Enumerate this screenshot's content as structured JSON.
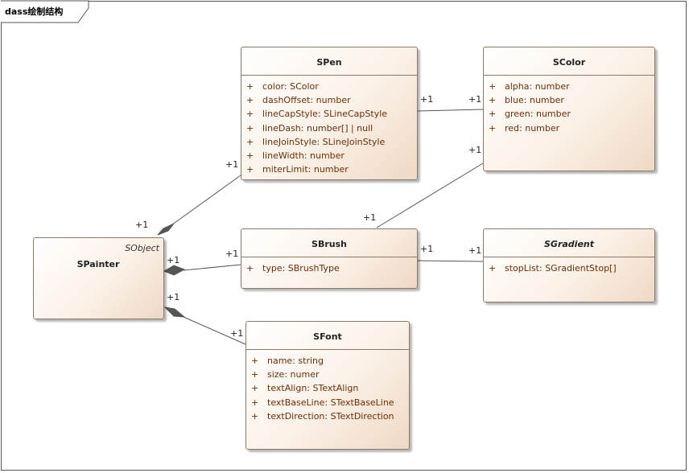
{
  "frame_title": "dass绘制结构",
  "classes": {
    "spen": {
      "name": "SPen",
      "attributes": [
        {
          "vis": "+",
          "text": "color: SColor"
        },
        {
          "vis": "+",
          "text": "dashOffset: number"
        },
        {
          "vis": "+",
          "text": "lineCapStyle: SLineCapStyle"
        },
        {
          "vis": "+",
          "text": "lineDash: number[] | null"
        },
        {
          "vis": "+",
          "text": "lineJoinStyle: SLineJoinStyle"
        },
        {
          "vis": "+",
          "text": "lineWidth: number"
        },
        {
          "vis": "+",
          "text": "miterLimit: number"
        }
      ]
    },
    "scolor": {
      "name": "SColor",
      "attributes": [
        {
          "vis": "+",
          "text": "alpha: number"
        },
        {
          "vis": "+",
          "text": "blue: number"
        },
        {
          "vis": "+",
          "text": "green: number"
        },
        {
          "vis": "+",
          "text": "red: number"
        }
      ]
    },
    "spainter": {
      "name": "SPainter",
      "stereotype": "SObject"
    },
    "sbrush": {
      "name": "SBrush",
      "attributes": [
        {
          "vis": "+",
          "text": "type: SBrushType"
        }
      ]
    },
    "sgradient": {
      "name": "SGradient",
      "attributes": [
        {
          "vis": "+",
          "text": "stopList: SGradientStop[]"
        }
      ]
    },
    "sfont": {
      "name": "SFont",
      "attributes": [
        {
          "vis": "+",
          "text": "name: string"
        },
        {
          "vis": "+",
          "text": "size: numer"
        },
        {
          "vis": "+",
          "text": "textAlign: STextAlign"
        },
        {
          "vis": "+",
          "text": "textBaseLine: STextBaseLine"
        },
        {
          "vis": "+",
          "text": "textDirection: STextDirection"
        }
      ]
    }
  },
  "multiplicities": {
    "painter_pen_src": "+1",
    "painter_pen_dst": "+1",
    "painter_brush_src": "+1",
    "painter_brush_dst": "+1",
    "painter_font_src": "+1",
    "painter_font_dst": "+1",
    "pen_color_src": "+1",
    "pen_color_dst": "+1",
    "brush_color_src": "+1",
    "brush_color_dst": "+1",
    "brush_gradient_src": "+1",
    "brush_gradient_dst": "+1"
  },
  "colors": {
    "attribute_text": "#6b2d07",
    "class_border": "#8a7a6a",
    "connector": "#555555",
    "class_fill_end": "#efd8c4"
  }
}
